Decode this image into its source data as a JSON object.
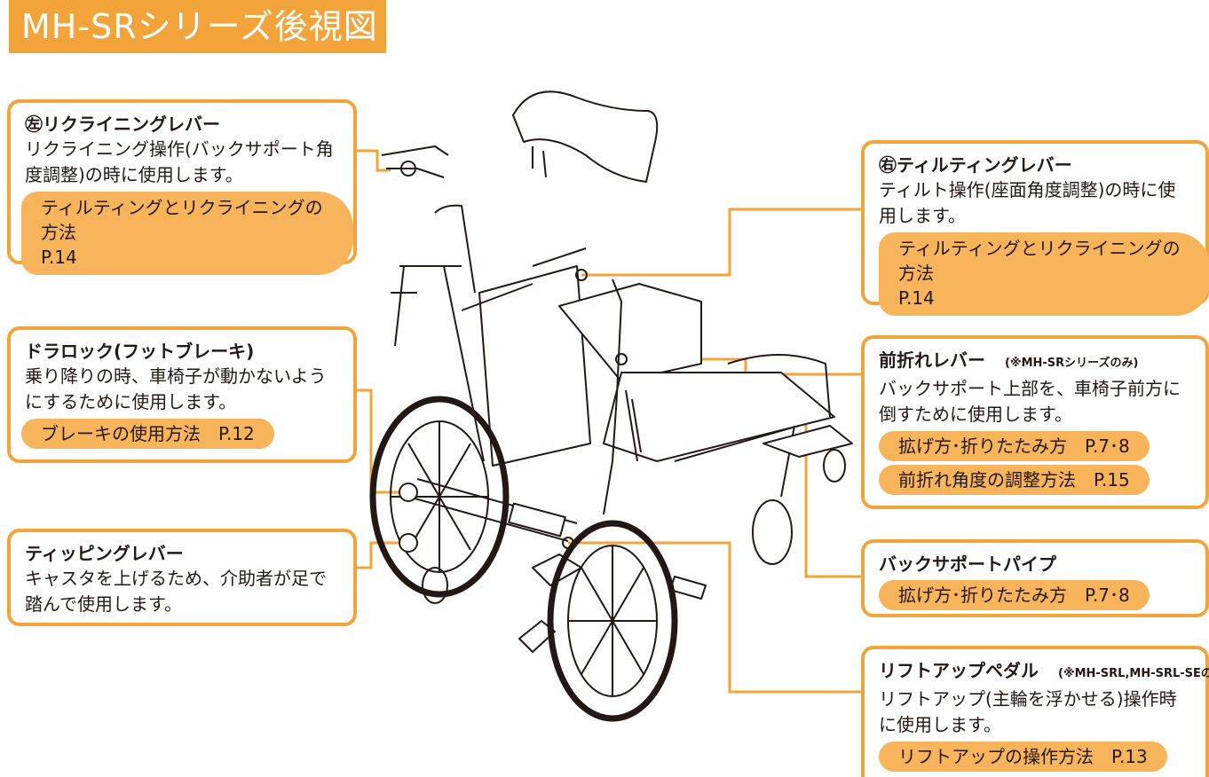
{
  "title": "MH-SRシリーズ後視図",
  "colors": {
    "accent": "#f2a43a",
    "pill": "#f7b45a",
    "line": "#f2a43a"
  },
  "callouts": {
    "left_recline": {
      "heading": "㊧リクライニングレバー",
      "desc": "リクライニング操作(バックサポート角度調整)の時に使用します。",
      "link": "ティルティングとリクライニングの方法",
      "link_page": "P.14"
    },
    "right_tilt": {
      "heading": "㊨ティルティングレバー",
      "desc": "ティルト操作(座面角度調整)の時に使用します。",
      "link": "ティルティングとリクライニングの方法",
      "link_page": "P.14"
    },
    "dora_lock": {
      "heading": "ドラロック(フットブレーキ)",
      "desc": "乗り降りの時、車椅子が動かないようにするために使用します。",
      "link": "ブレーキの使用方法　P.12"
    },
    "front_fold": {
      "heading": "前折れレバー",
      "note": "(※MH-SRシリーズのみ)",
      "desc": "バックサポート上部を、車椅子前方に倒すために使用します。",
      "link1": "拡げ方･折りたたみ方　P.7･8",
      "link2": "前折れ角度の調整方法　P.15"
    },
    "tipping": {
      "heading": "ティッピングレバー",
      "desc": "キャスタを上げるため、介助者が足で踏んで使用します。"
    },
    "back_pipe": {
      "heading": "バックサポートパイプ",
      "link": "拡げ方･折りたたみ方　P.7･8"
    },
    "liftup": {
      "heading": "リフトアップペダル",
      "note": "(※MH-SRL,MH-SRL-SEのみ)",
      "desc": "リフトアップ(主輪を浮かせる)操作時に使用します。",
      "link": "リフトアップの操作方法　P.13"
    }
  }
}
